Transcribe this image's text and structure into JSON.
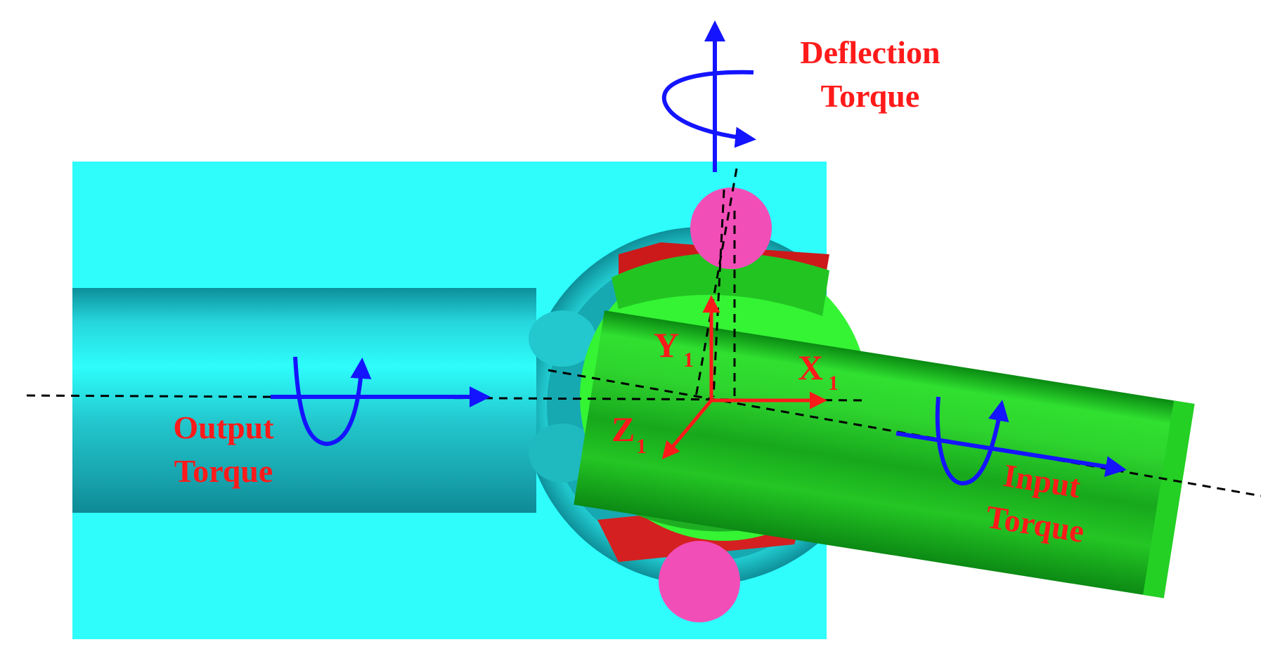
{
  "labels": {
    "deflection_line1": "Deflection",
    "deflection_line2": "Torque",
    "output_line1": "Output",
    "output_line2": "Torque",
    "input_line1": "Input",
    "input_line2": "Torque",
    "axis_x": "X",
    "axis_y": "Y",
    "axis_z": "Z",
    "axis_subscript": "1"
  },
  "colors": {
    "output_body": "#2efdfc",
    "output_shaft_dark": "#14a8b4",
    "input_body": "#33f233",
    "input_shaft_dark": "#0a9a14",
    "ball": "#f24eb8",
    "label_red": "#ff1a1a",
    "torque_arrow": "#1414ff",
    "axis_red": "#ff1a1a",
    "cage_red": "#cc1a1a"
  },
  "icons": [
    "deflection-torque-arrow",
    "output-torque-arrow",
    "input-torque-arrow",
    "coordinate-axes"
  ]
}
